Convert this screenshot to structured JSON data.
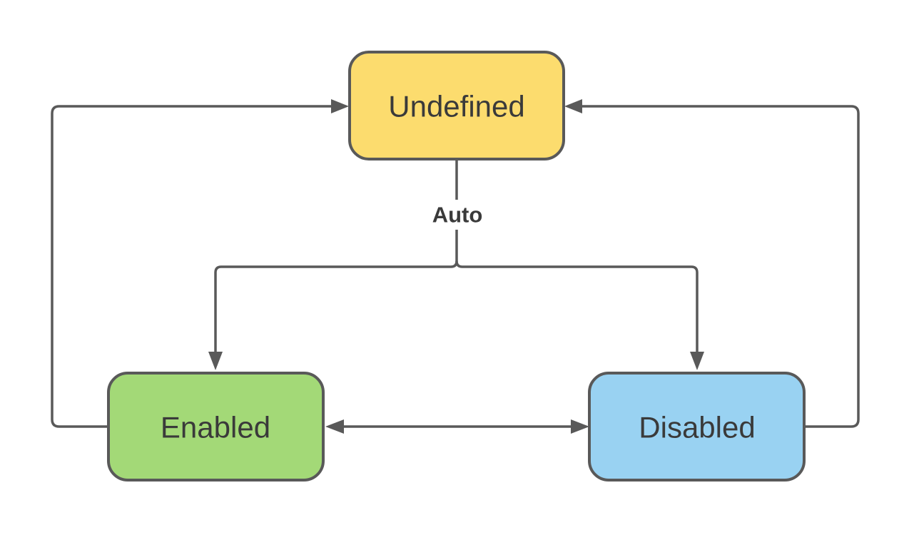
{
  "diagram": {
    "type": "state-diagram",
    "background": "#FFFFFF",
    "line_color": "#595959",
    "text_color": "#3A3A3A",
    "nodes": [
      {
        "id": "undefined",
        "label": "Undefined",
        "fill": "#FCDC6E"
      },
      {
        "id": "enabled",
        "label": "Enabled",
        "fill": "#A3D977"
      },
      {
        "id": "disabled",
        "label": "Disabled",
        "fill": "#99D2F2"
      }
    ],
    "edge_label": {
      "text": "Auto"
    },
    "edges": [
      {
        "from": "Undefined",
        "to": "Enabled",
        "label": "Auto"
      },
      {
        "from": "Undefined",
        "to": "Disabled",
        "label": "Auto"
      },
      {
        "from": "Enabled",
        "to": "Undefined",
        "label": ""
      },
      {
        "from": "Disabled",
        "to": "Undefined",
        "label": ""
      },
      {
        "from": "Enabled",
        "to": "Disabled",
        "label": "",
        "bidirectional": true
      }
    ]
  }
}
